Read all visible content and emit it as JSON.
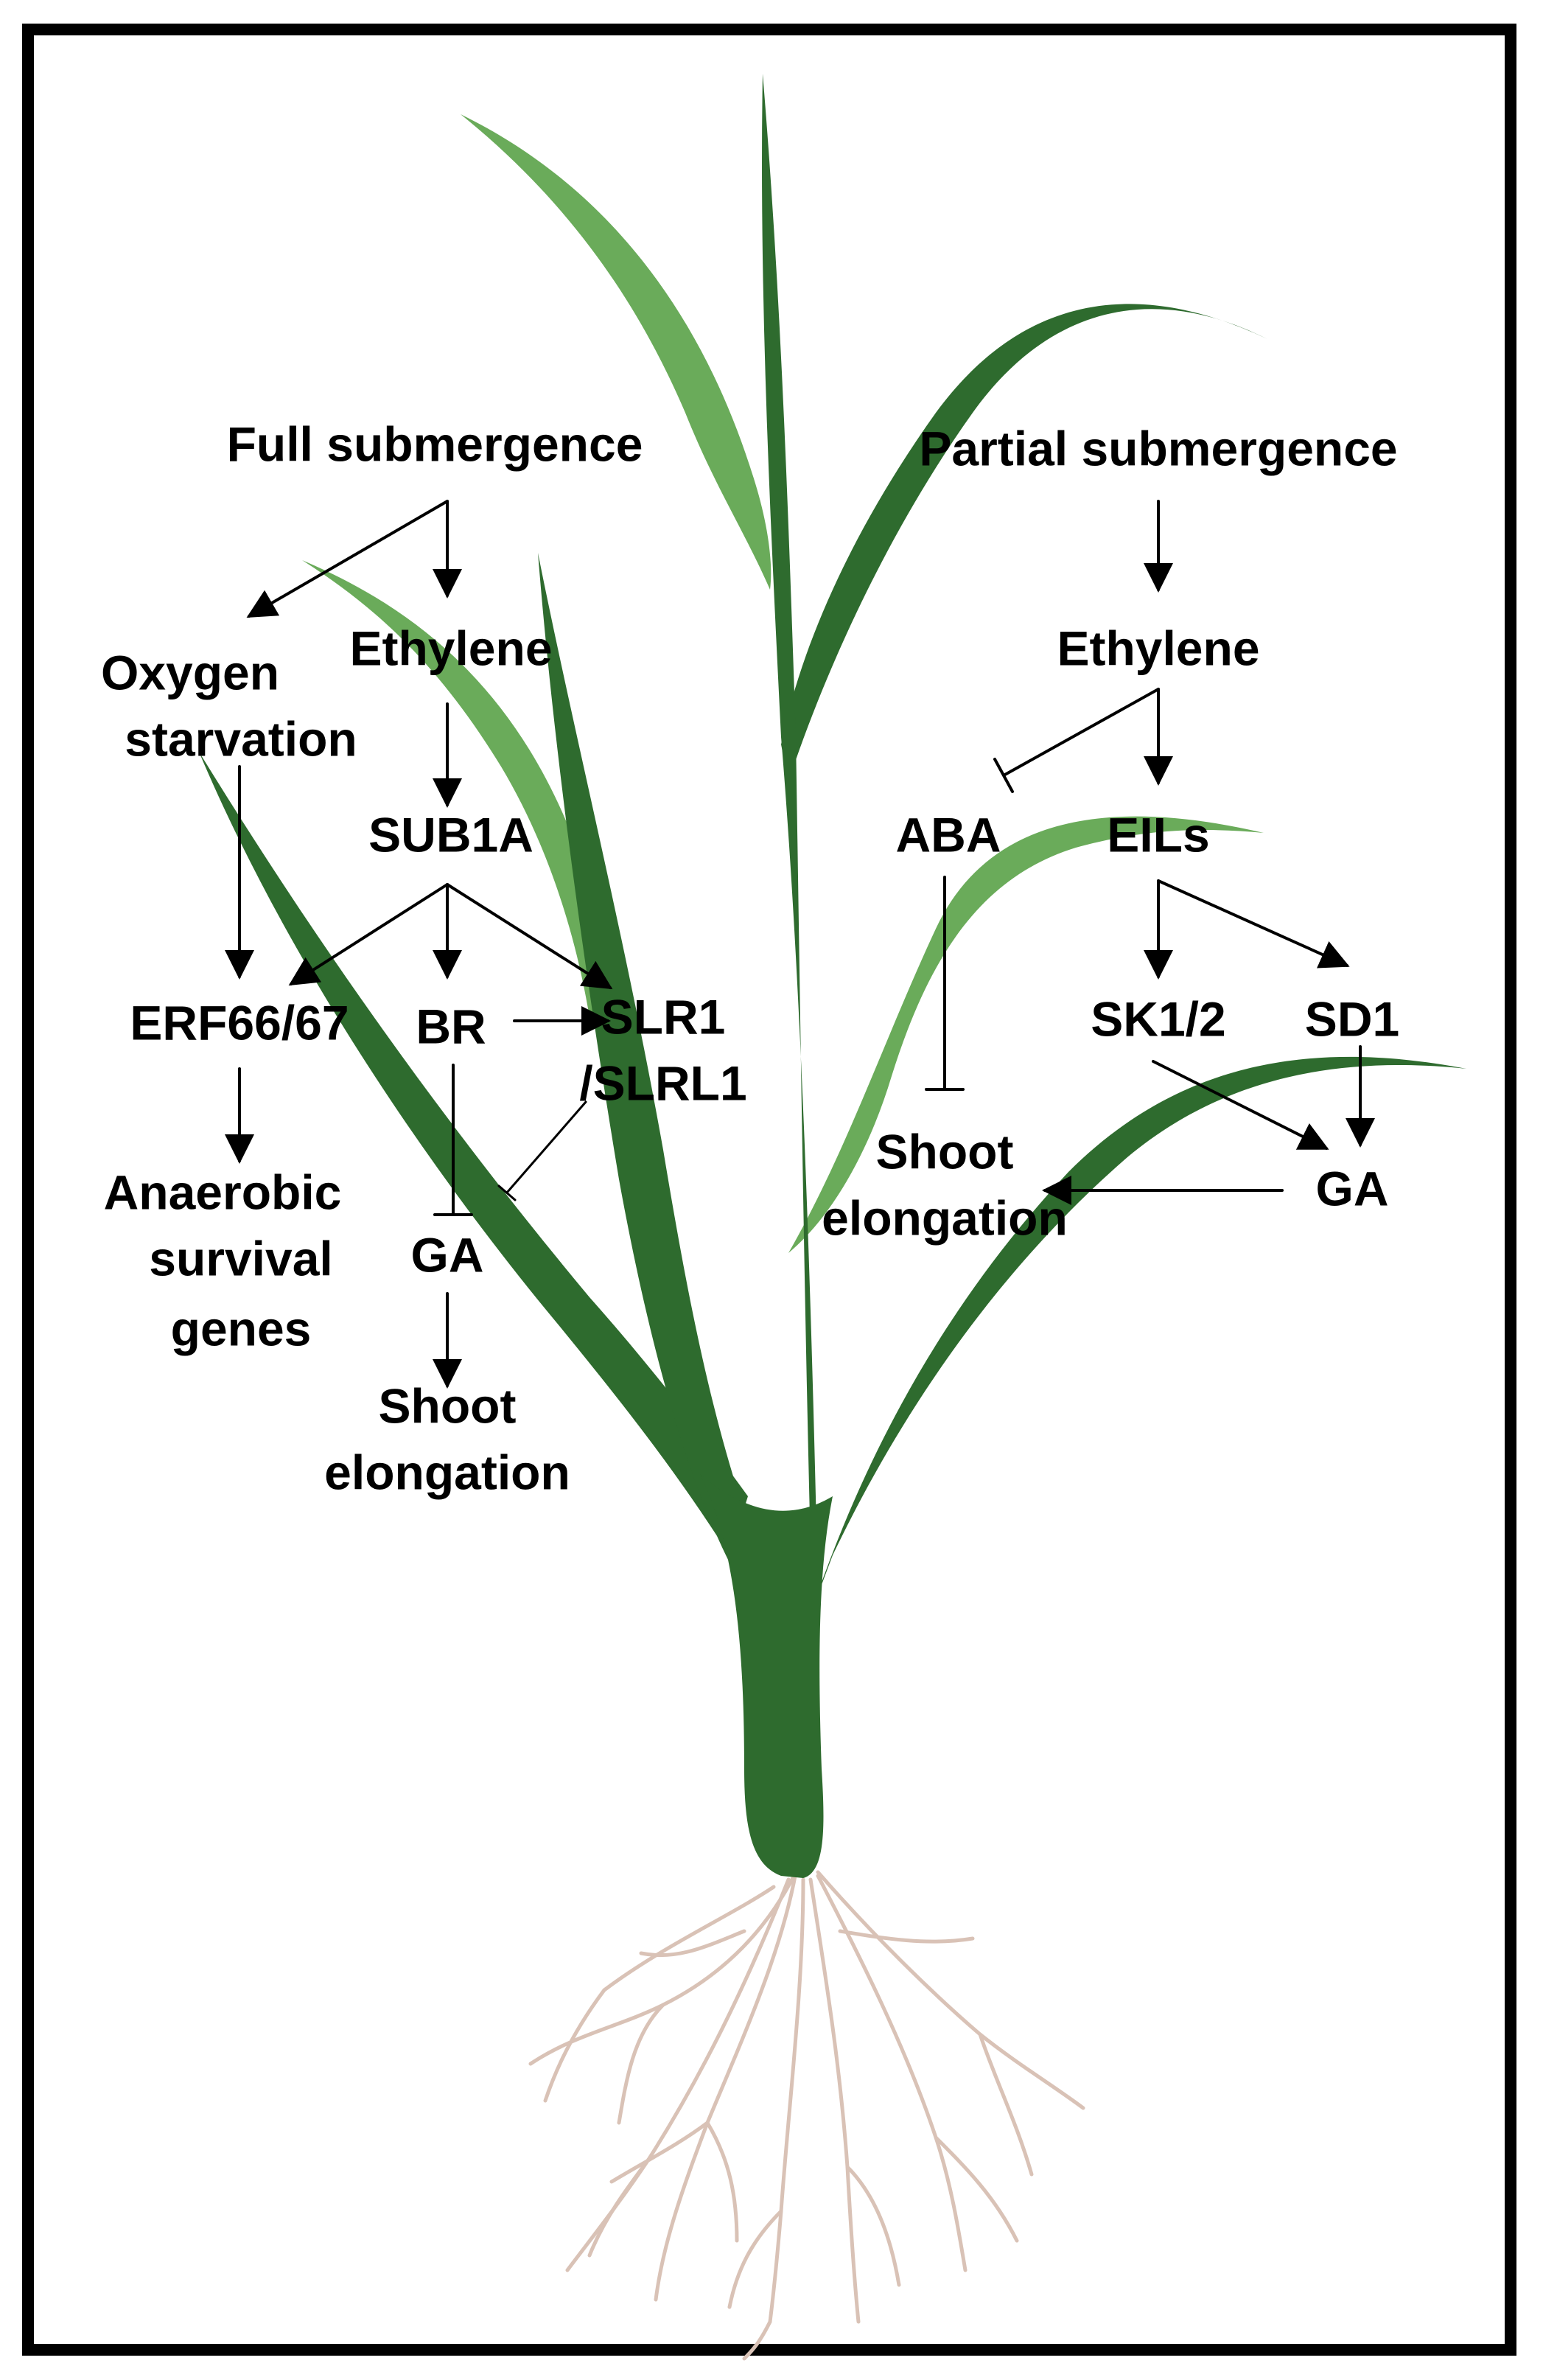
{
  "colors": {
    "dark_leaf": "#2e6b2e",
    "light_leaf": "#6aab5a",
    "root": "#d9c2b6",
    "frame": "#000000",
    "arrow": "#000000"
  },
  "full_submergence": {
    "title": "Full submergence",
    "ethylene": "Ethylene",
    "oxygen_line1": "Oxygen",
    "oxygen_line2": "starvation",
    "sub1a": "SUB1A",
    "erf": "ERF66/67",
    "br": "BR",
    "slr1_line1": "SLR1",
    "slr1_line2": "/SLRL1",
    "anaerobic_line1": "Anaerobic",
    "anaerobic_line2": "survival",
    "anaerobic_line3": "genes",
    "ga": "GA",
    "shoot_line1": "Shoot",
    "shoot_line2": "elongation"
  },
  "partial_submergence": {
    "title": "Partial submergence",
    "ethylene": "Ethylene",
    "aba": "ABA",
    "eils": "EILs",
    "sk": "SK1/2",
    "sd1": "SD1",
    "ga": "GA",
    "shoot_line1": "Shoot",
    "shoot_line2": "elongation"
  }
}
